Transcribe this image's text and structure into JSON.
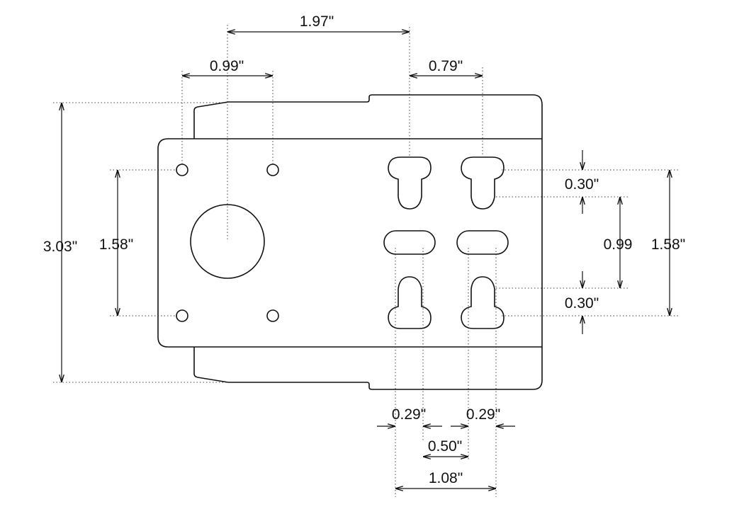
{
  "drawing": {
    "dimensions": {
      "hole_to_slot": "1.97\"",
      "small_hole_spacing_x": "0.99\"",
      "slot_spacing_x": "0.79\"",
      "overall_height": "3.03\"",
      "small_hole_spacing_y": "1.58\"",
      "slot_spacing_y": "1.58\"",
      "keyhole_top_offset": "0.30\"",
      "keyhole_inner_gap": "0.99",
      "keyhole_bottom_offset": "0.30\"",
      "slot_width_left": "0.29\"",
      "slot_width_right": "0.29\"",
      "slot_gap": "0.50\"",
      "slot_outer_span": "1.08\""
    },
    "colors": {
      "line": "#111111",
      "background": "#ffffff"
    }
  }
}
